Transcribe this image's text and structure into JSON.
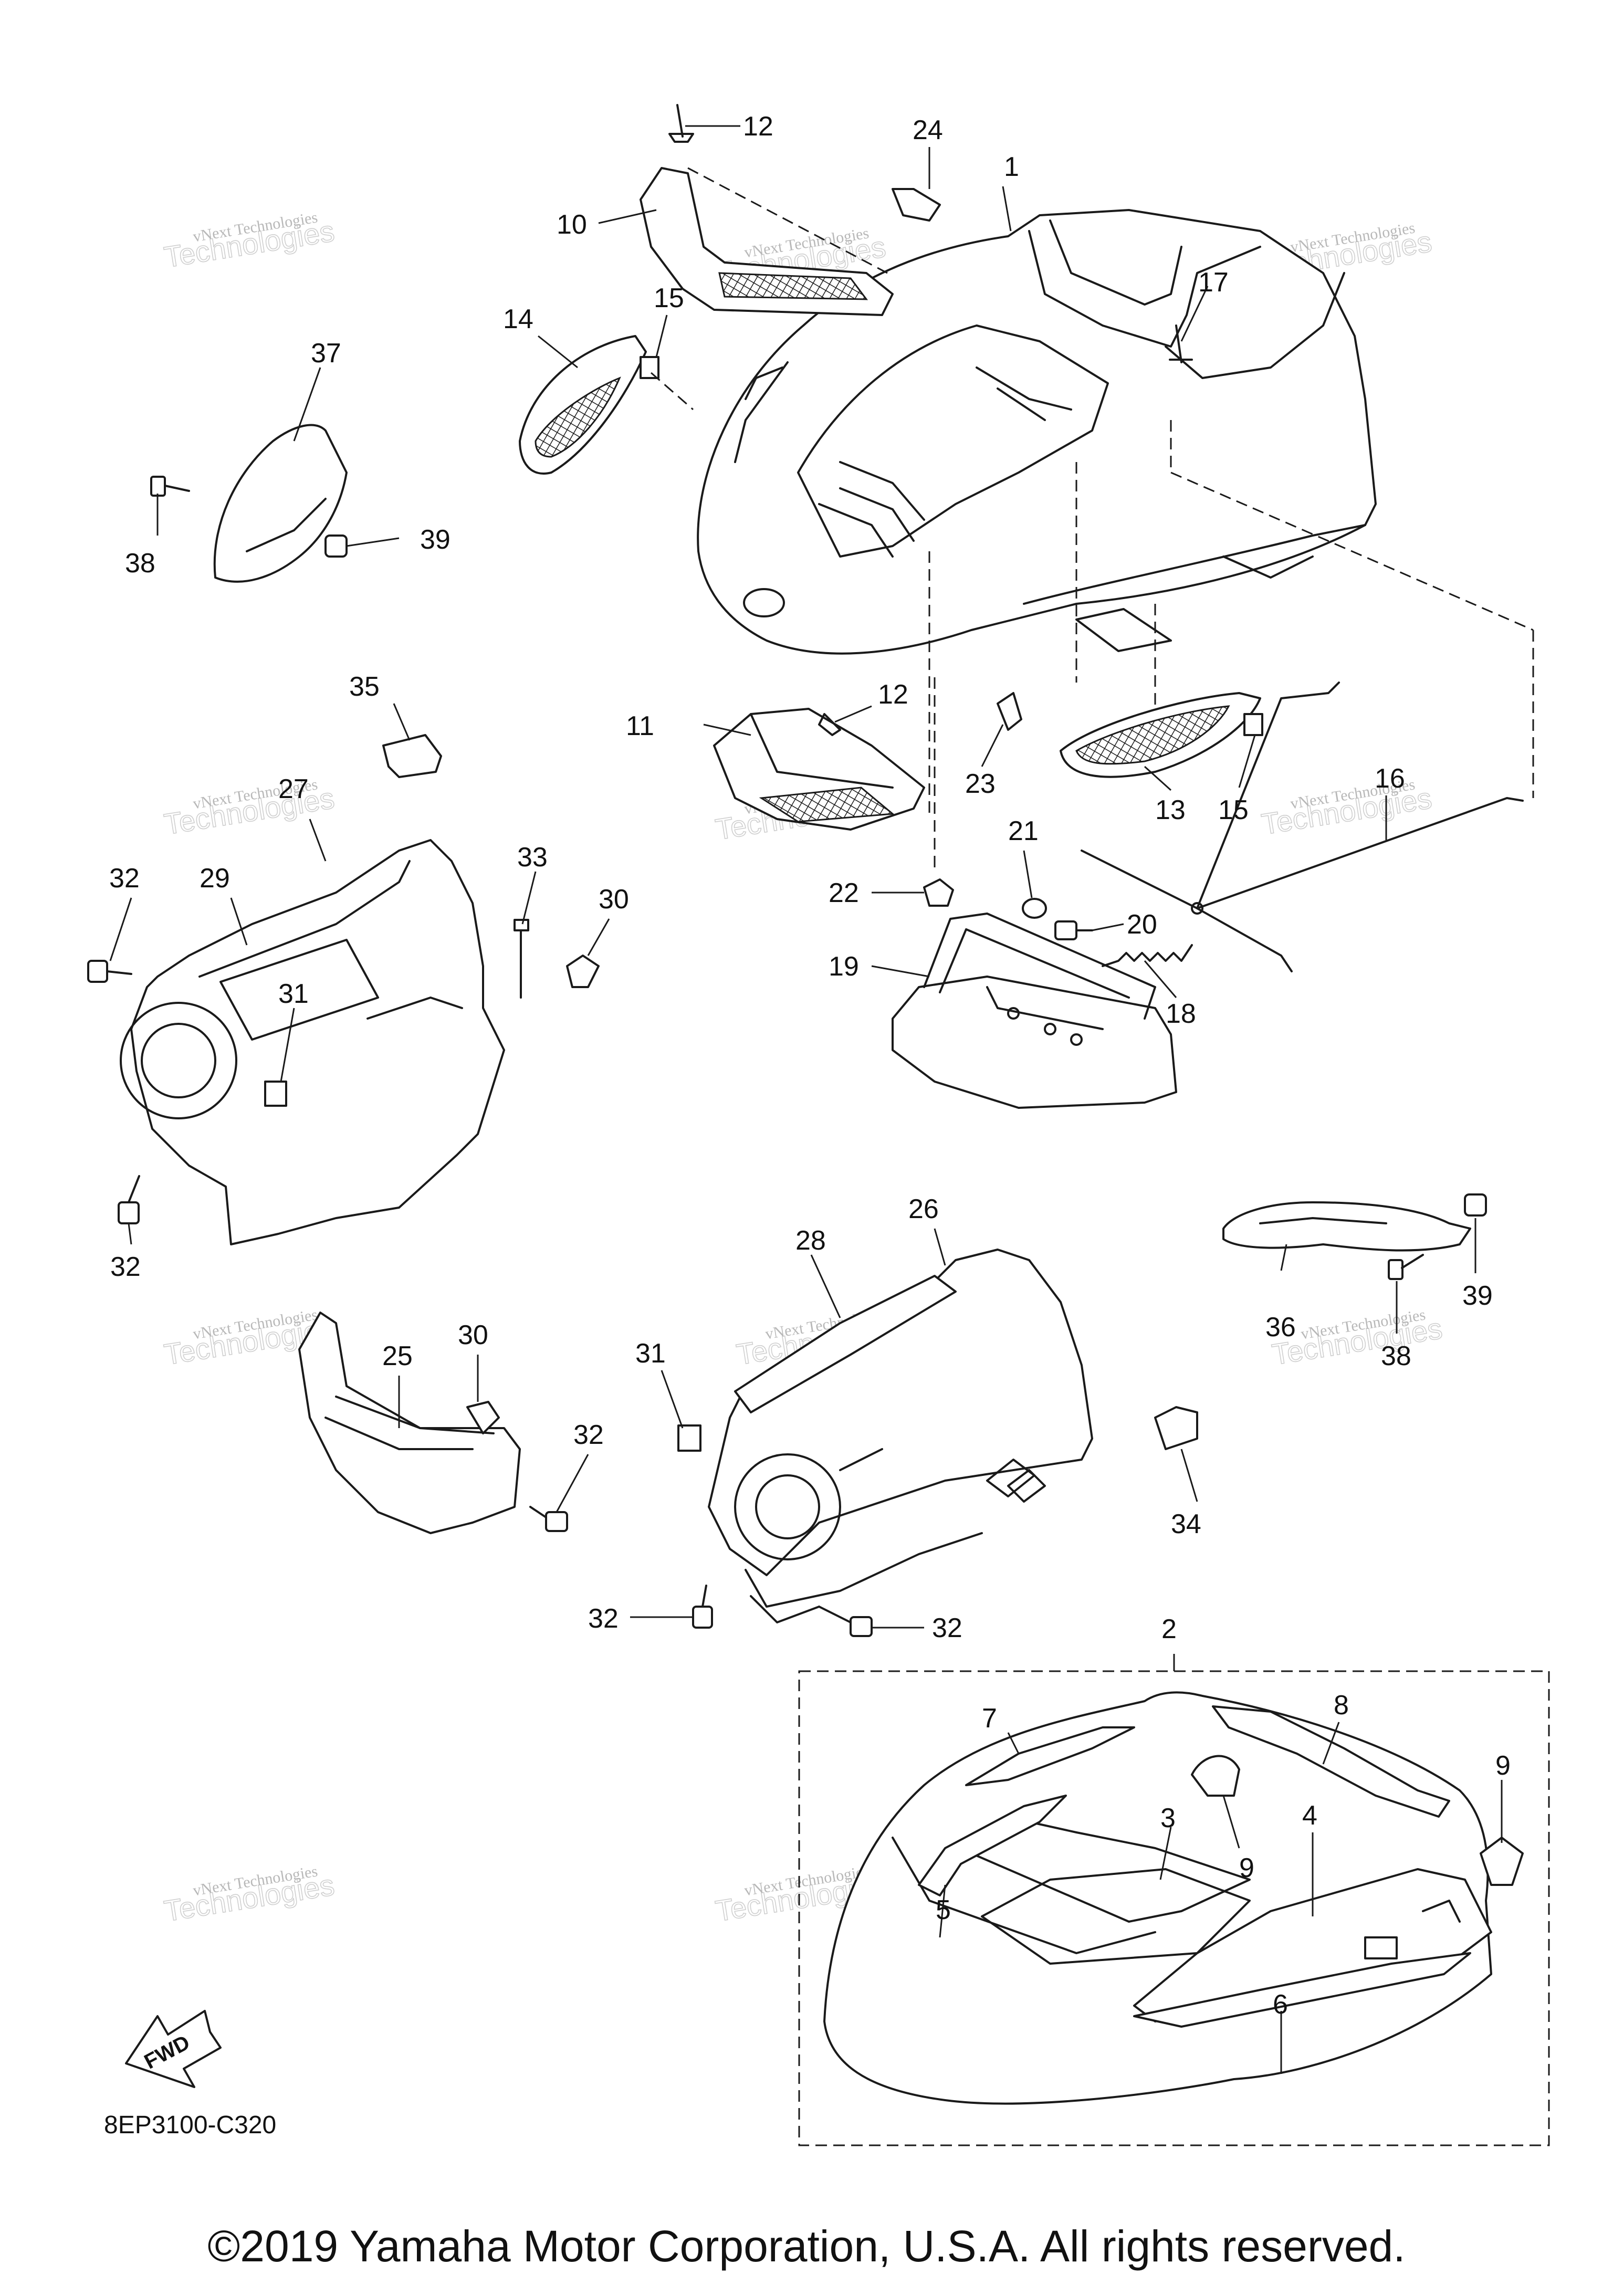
{
  "callouts": {
    "c1": "1",
    "c2": "2",
    "c3": "3",
    "c4": "4",
    "c5": "5",
    "c6": "6",
    "c7": "7",
    "c8": "8",
    "c9a": "9",
    "c9b": "9",
    "c10": "10",
    "c11": "11",
    "c12a": "12",
    "c12b": "12",
    "c13": "13",
    "c14": "14",
    "c15a": "15",
    "c15b": "15",
    "c16": "16",
    "c17": "17",
    "c18": "18",
    "c19": "19",
    "c20": "20",
    "c21": "21",
    "c22": "22",
    "c23": "23",
    "c24": "24",
    "c25": "25",
    "c26": "26",
    "c27": "27",
    "c28": "28",
    "c29": "29",
    "c30a": "30",
    "c30b": "30",
    "c31a": "31",
    "c31b": "31",
    "c32a": "32",
    "c32b": "32",
    "c32c": "32",
    "c32d": "32",
    "c32e": "32",
    "c33": "33",
    "c34": "34",
    "c35": "35",
    "c36": "36",
    "c37": "37",
    "c38a": "38",
    "c38b": "38",
    "c39a": "39",
    "c39b": "39"
  },
  "watermark": {
    "line1": "vNext Technologies",
    "line2": "Technologies"
  },
  "fwd_label": "FWD",
  "diagram_code": "8EP3100-C320",
  "copyright": "©2019 Yamaha Motor Corporation, U.S.A. All rights reserved."
}
